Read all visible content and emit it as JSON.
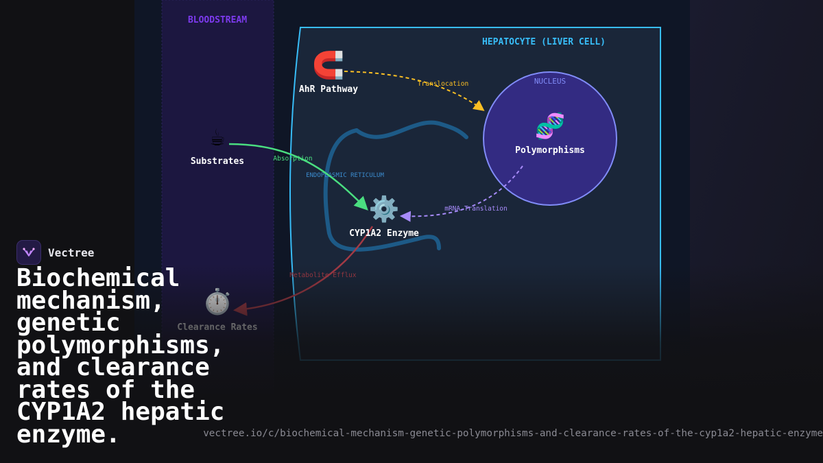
{
  "diagram": {
    "zones": {
      "bloodstream": "BLOODSTREAM",
      "hepatocyte": "HEPATOCYTE (LIVER CELL)",
      "nucleus": "NUCLEUS",
      "er": "ENDOPLASMIC RETICULUM"
    },
    "nodes": {
      "ahr": {
        "label": "AhR Pathway",
        "icon": "magnet-icon",
        "glyph": "🧲"
      },
      "substrates": {
        "label": "Substrates",
        "icon": "coffee-icon",
        "glyph": "☕"
      },
      "polymorphisms": {
        "label": "Polymorphisms",
        "icon": "dna-icon",
        "glyph": "🧬"
      },
      "cyp1a2": {
        "label": "CYP1A2 Enzyme",
        "icon": "gear-icon",
        "glyph": "⚙️"
      },
      "clearance": {
        "label": "Clearance Rates",
        "icon": "stopwatch-icon",
        "glyph": "⏱️"
      }
    },
    "edges": {
      "translocation": "Translocation",
      "absorption": "Absorption",
      "mrna": "mRNA Translation",
      "efflux": "Metabolite Efflux"
    },
    "colors": {
      "bloodstream": "#7c3aed",
      "membrane": "#38bdf8",
      "nucleus": "#818cf8",
      "translocation": "#fbbf24",
      "absorption": "#4ade80",
      "mrna": "#a78bfa",
      "efflux": "#ef4444",
      "er": "#1d5a87"
    }
  },
  "brand": {
    "name": "Vectree",
    "icon": "vectree-logo-icon"
  },
  "headline": "Biochemical mechanism, genetic polymorphisms, and clearance rates of the CYP1A2 hepatic enzyme.",
  "url": "vectree.io/c/biochemical-mechanism-genetic-polymorphisms-and-clearance-rates-of-the-cyp1a2-hepatic-enzyme"
}
